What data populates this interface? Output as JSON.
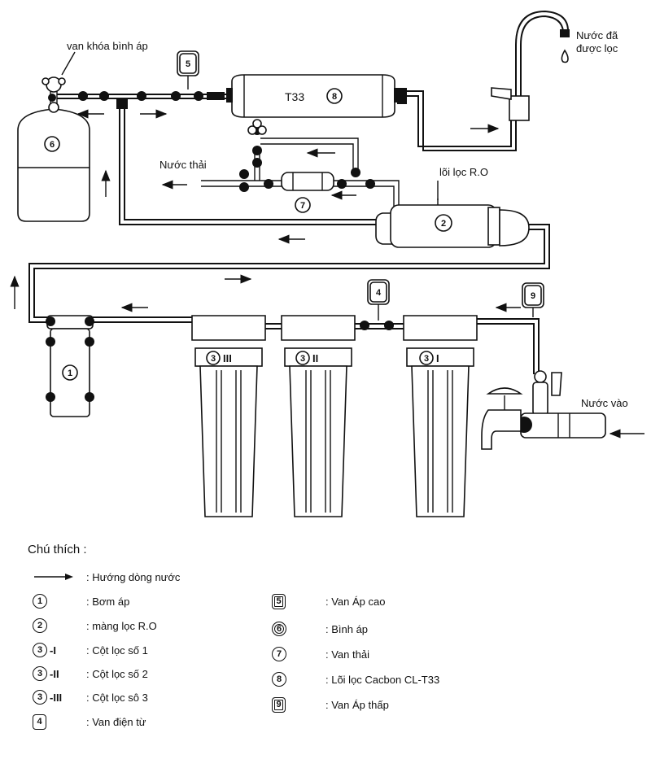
{
  "labels": {
    "pressure_valve": "van khóa  bình áp",
    "clean_water": "Nước đã\nđược lọc",
    "waste_water": "Nước thải",
    "ro_core": "lõi lọc R.O",
    "water_in": "Nước vào",
    "t33": "T33"
  },
  "badges": {
    "b1": "1",
    "b2": "2",
    "b3_1": "3",
    "b3_1_roman": "I",
    "b3_2": "3",
    "b3_2_roman": "II",
    "b3_3": "3",
    "b3_3_roman": "III",
    "b4": "4",
    "b5": "5",
    "b6": "6",
    "b7": "7",
    "b8": "8",
    "b9": "9"
  },
  "legend": {
    "title": "Chú thích :",
    "items": [
      {
        "id": "arrow",
        "symbol": "",
        "roman": "",
        "text": ": Hướng dòng nước"
      },
      {
        "id": "1",
        "symbol": "1",
        "roman": "",
        "text": ": Bơm áp"
      },
      {
        "id": "2",
        "symbol": "2",
        "roman": "",
        "text": ": màng lọc R.O"
      },
      {
        "id": "3-1",
        "symbol": "3",
        "roman": "I",
        "text": ": Cột lọc số 1"
      },
      {
        "id": "3-2",
        "symbol": "3",
        "roman": "II",
        "text": ": Cột lọc số 2"
      },
      {
        "id": "3-3",
        "symbol": "3",
        "roman": "III",
        "text": ": Cột lọc sô 3"
      },
      {
        "id": "4",
        "symbol": "4",
        "roman": "",
        "text": ": Van điện từ"
      },
      {
        "id": "5",
        "symbol": "5",
        "roman": "",
        "text": ": Van Áp cao"
      },
      {
        "id": "6",
        "symbol": "6",
        "roman": "",
        "text": ": Bình áp"
      },
      {
        "id": "7",
        "symbol": "7",
        "roman": "",
        "text": ": Van thải"
      },
      {
        "id": "8",
        "symbol": "8",
        "roman": "",
        "text": ": Lõi lọc Cacbon CL-T33"
      },
      {
        "id": "9",
        "symbol": "9",
        "roman": "",
        "text": ": Van Áp thấp"
      }
    ]
  },
  "icons": {
    "flow_arrow": "arrow-right-icon",
    "faucet": "faucet-icon",
    "tap": "tap-handle-icon",
    "water_drop": "water-drop-icon"
  },
  "colors": {
    "line": "#111111",
    "background": "#ffffff"
  }
}
